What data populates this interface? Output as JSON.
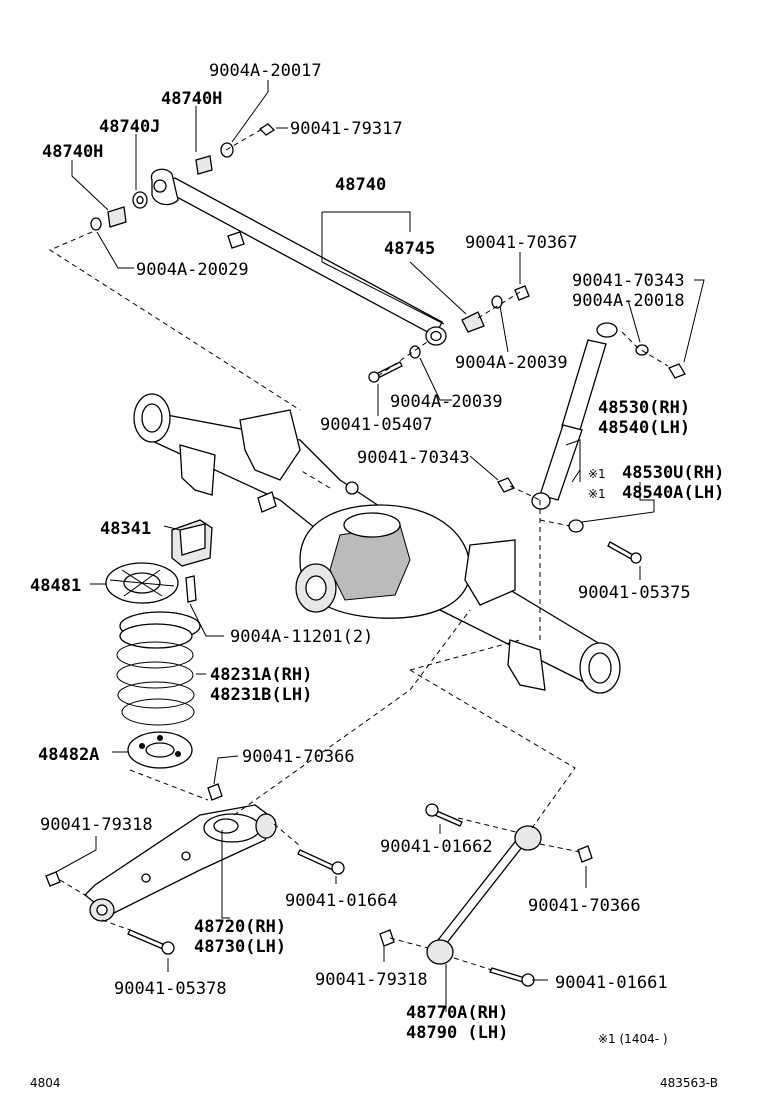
{
  "labels": {
    "p9004a_20017": "9004A-20017",
    "p48740h_top": "48740H",
    "p90041_79317": "90041-79317",
    "p48740j": "48740J",
    "p48740h_left": "48740H",
    "p48740": "48740",
    "p48745": "48745",
    "p90041_70367": "90041-70367",
    "p9004a_20029": "9004A-20029",
    "p90041_70343_top": "90041-70343",
    "p9004a_20018": "9004A-20018",
    "p9004a_20039_r": "9004A-20039",
    "p9004a_20039_l": "9004A-20039",
    "p90041_05407": "90041-05407",
    "p48530rh": "48530(RH)",
    "p48540lh": "48540(LH)",
    "p90041_70343_mid": "90041-70343",
    "p48530u": "48530U(RH)",
    "p48540a": "48540A(LH)",
    "mark1": "※1",
    "mark2": "※1",
    "p48341": "48341",
    "p48481": "48481",
    "p90041_05375": "90041-05375",
    "p9004a_11201": "9004A-11201(2)",
    "p48231a": "48231A(RH)",
    "p48231b": "48231B(LH)",
    "p48482a": "48482A",
    "p90041_70366_top": "90041-70366",
    "p90041_79318_l": "90041-79318",
    "p90041_01662": "90041-01662",
    "p90041_01664": "90041-01664",
    "p90041_70366_r": "90041-70366",
    "p48720rh": "48720(RH)",
    "p48730lh": "48730(LH)",
    "p90041_05378": "90041-05378",
    "p90041_79318_b": "90041-79318",
    "p90041_01661": "90041-01661",
    "p48770a": "48770A(RH)",
    "p48790": "48790 (LH)",
    "note": "※1 (1404-     )",
    "footer_left": "4804",
    "footer_right": "483563-B"
  }
}
